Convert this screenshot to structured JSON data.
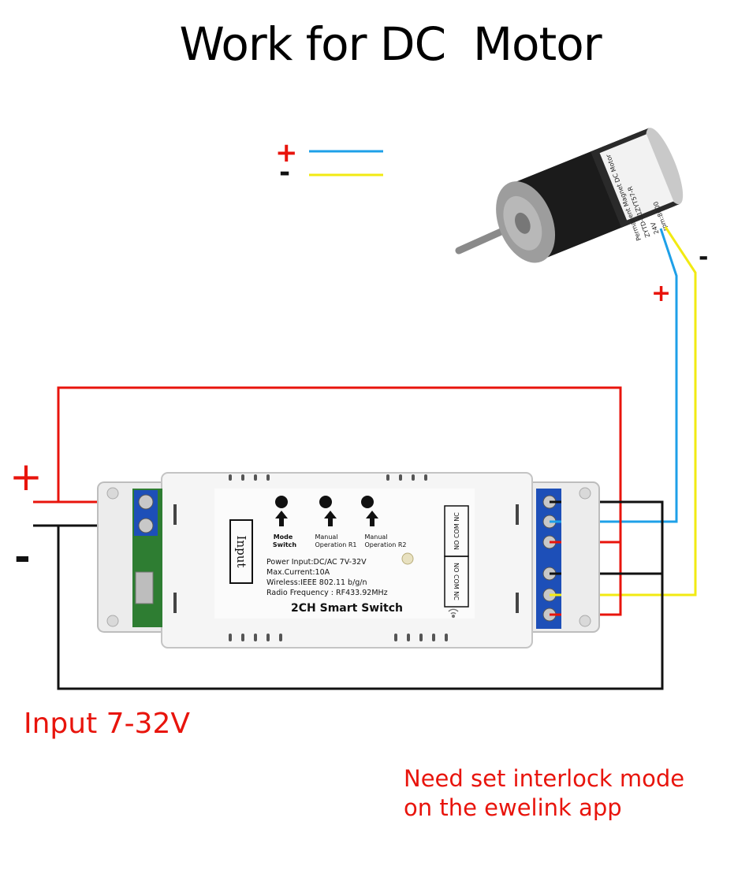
{
  "title": "Work for DC  Motor",
  "legend": {
    "plus": "+",
    "minus": "-"
  },
  "wire_colors": {
    "red": "#e8140c",
    "black": "#111111",
    "blue": "#1ea0e8",
    "yellow": "#f2ea12",
    "terminal_blue": "#1d4fb8",
    "pcb_green": "#2e7d32"
  },
  "motor": {
    "plus_label": "+",
    "minus_label": "-",
    "label_lines": [
      "Permanent Magnet DC Motor",
      "ZYTD-31ZYT57-R",
      "24V",
      "rpm:8000"
    ]
  },
  "input": {
    "plus_label": "+",
    "minus_label": "-"
  },
  "device": {
    "name": "2CH Smart Switch",
    "input_label": "Input",
    "buttons": [
      {
        "label_lines": [
          "Mode",
          "Switch"
        ]
      },
      {
        "label_lines": [
          "Manual",
          "Operation R1"
        ]
      },
      {
        "label_lines": [
          "Manual",
          "Operation R2"
        ]
      }
    ],
    "specs": [
      "Power Input:DC/AC 7V-32V",
      "Max.Current:10A",
      "Wireless:IEEE  802.11 b/g/n",
      "Radio Frequency : RF433.92MHz"
    ],
    "relay_labels": [
      "NO COM NC",
      "NO COM NC"
    ],
    "wifi_icon": "wifi-icon"
  },
  "input_caption": "Input 7-32V",
  "note_lines": [
    "Need set interlock mode",
    "on the ewelink app"
  ]
}
